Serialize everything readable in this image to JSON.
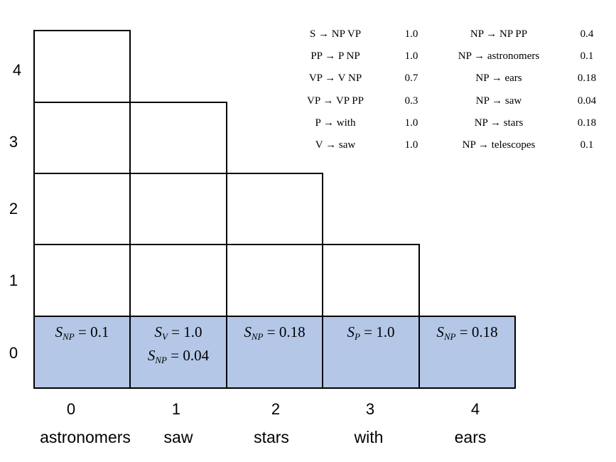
{
  "row_labels": [
    "4",
    "3",
    "2",
    "1",
    "0"
  ],
  "column_indices": [
    "0",
    "1",
    "2",
    "3",
    "4"
  ],
  "words": [
    "astronomers",
    "saw",
    "stars",
    "with",
    "ears"
  ],
  "grammar_rules": [
    {
      "rule": "S → NP VP",
      "prob": "1.0"
    },
    {
      "rule": "PP → P NP",
      "prob": "1.0"
    },
    {
      "rule": "VP → V NP",
      "prob": "0.7"
    },
    {
      "rule": "VP → VP PP",
      "prob": "0.3"
    },
    {
      "rule": "P → with",
      "prob": "1.0"
    },
    {
      "rule": "V → saw",
      "prob": "1.0"
    },
    {
      "rule": "NP → NP PP",
      "prob": "0.4"
    },
    {
      "rule": "NP → astronomers",
      "prob": "0.1"
    },
    {
      "rule": "NP → ears",
      "prob": "0.18"
    },
    {
      "rule": "NP → saw",
      "prob": "0.04"
    },
    {
      "rule": "NP → stars",
      "prob": "0.18"
    },
    {
      "rule": "NP → telescopes",
      "prob": "0.1"
    }
  ],
  "bottom_cells": [
    [
      {
        "sym": "S",
        "sub": "NP",
        "value": "0.1"
      }
    ],
    [
      {
        "sym": "S",
        "sub": "V",
        "value": "1.0"
      },
      {
        "sym": "S",
        "sub": "NP",
        "value": "0.04"
      }
    ],
    [
      {
        "sym": "S",
        "sub": "NP",
        "value": "0.18"
      }
    ],
    [
      {
        "sym": "S",
        "sub": "P",
        "value": "1.0"
      }
    ],
    [
      {
        "sym": "S",
        "sub": "NP",
        "value": "0.18"
      }
    ]
  ],
  "colors": {
    "filled_cell": "#b4c7e7",
    "border": "#000000"
  }
}
